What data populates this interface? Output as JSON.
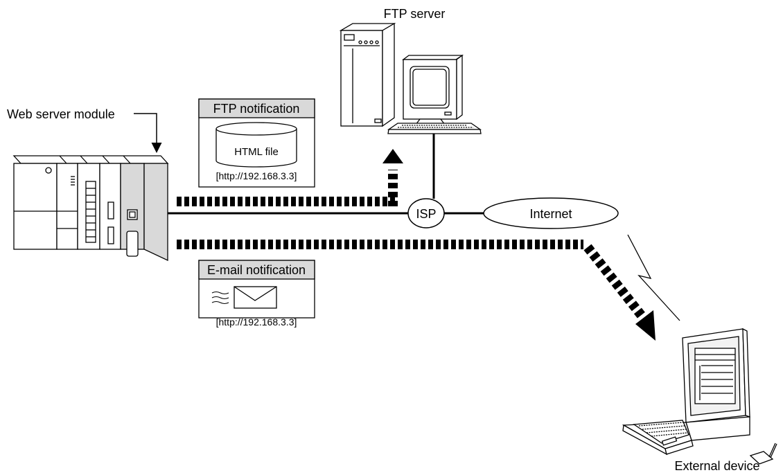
{
  "labels": {
    "web_server_module": "Web server module",
    "ftp_server": "FTP server",
    "external_device": "External device",
    "isp": "ISP",
    "internet": "Internet"
  },
  "ftp_box": {
    "title": "FTP notification",
    "file": "HTML file",
    "url": "[http://192.168.3.3]"
  },
  "email_box": {
    "title": "E-mail notification",
    "url": "[http://192.168.3.3]"
  },
  "colors": {
    "module_gray": "#d9d9d9",
    "box_header_gray": "#d9d9d9",
    "line": "#000000"
  }
}
